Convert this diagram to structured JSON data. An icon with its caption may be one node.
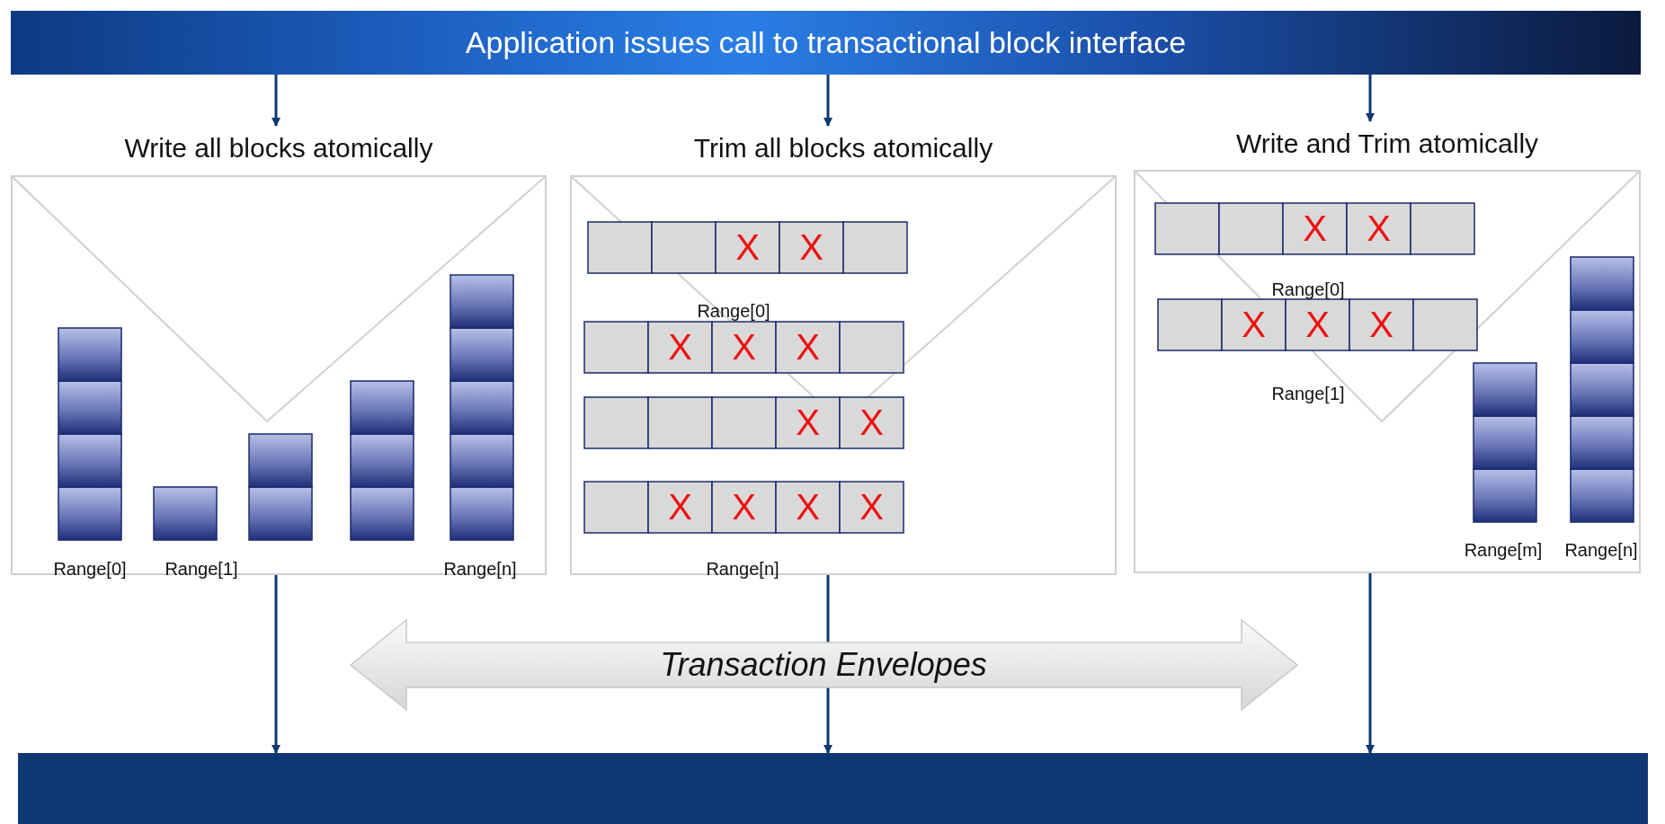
{
  "diagram": {
    "nodes": [
      {
        "text": [
          "Application issues call to transactional block interface"
        ]
      },
      {
        "text": [
          "Write all blocks atomically"
        ]
      },
      {
        "text": [
          "Trim all blocks atomically"
        ]
      },
      {
        "text": [
          "Write and Trim atomically"
        ]
      },
      {
        "text": [],
        "shape": "box"
      }
    ],
    "edges": [
      {
        "from": 0,
        "to": 1,
        "arrow": "to"
      },
      {
        "from": 0,
        "to": 2,
        "arrow": "to"
      },
      {
        "from": 0,
        "to": 3,
        "arrow": "to"
      },
      {
        "from": 1,
        "to": 4,
        "arrow": "to"
      },
      {
        "from": 2,
        "to": 4,
        "arrow": "to"
      },
      {
        "from": 3,
        "to": 4,
        "arrow": "to"
      }
    ],
    "labels": [
      "Range[0]",
      "Range[1]",
      "Range[n]",
      "X",
      "X",
      "Range[0]",
      "X",
      "X",
      "X",
      "X",
      "X",
      "X",
      "X",
      "X",
      "X",
      "Range[n]",
      "X",
      "X",
      "Range[0]",
      "X",
      "X",
      "X",
      "Range[1]",
      "Range[m]",
      "Range[n]",
      "Transaction Envelopes"
    ]
  }
}
